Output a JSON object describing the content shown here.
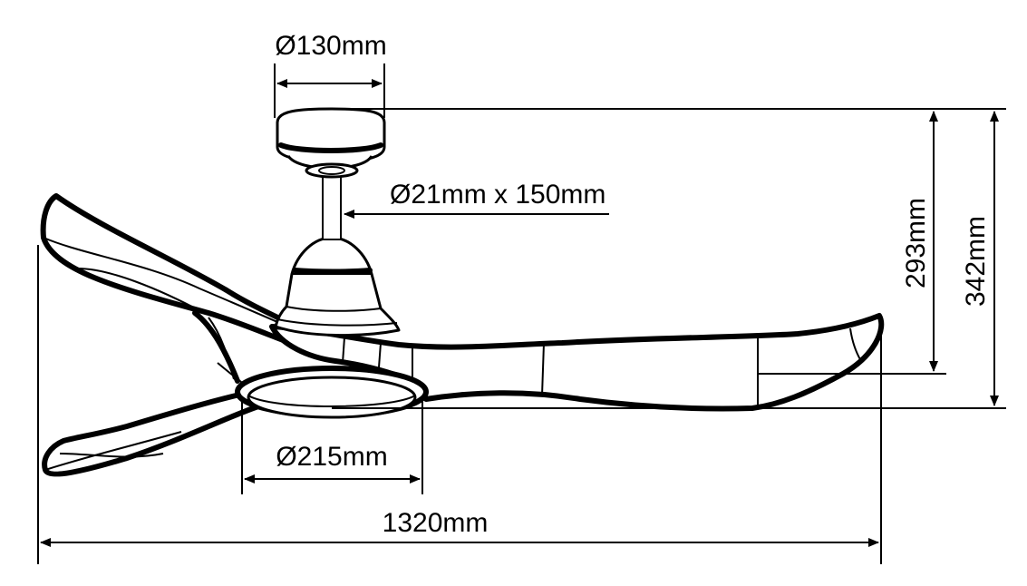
{
  "dimensions": {
    "canopy_diameter": "Ø130mm",
    "downrod": "Ø21mm x 150mm",
    "height_short": "293mm",
    "height_total": "342mm",
    "light_diameter": "Ø215mm",
    "span": "1320mm"
  }
}
